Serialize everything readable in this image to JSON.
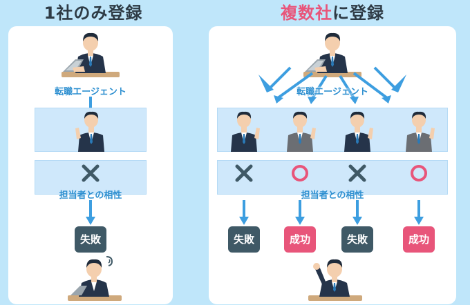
{
  "left": {
    "title": "1社のみ登録",
    "agent_label": "転職エージェント",
    "compat_label": "担当者との相性",
    "result": "失敗"
  },
  "right": {
    "title_accent": "複数社",
    "title_rest": "に登録",
    "agent_label": "転職エージェント",
    "compat_label": "担当者との相性",
    "results": [
      "失敗",
      "成功",
      "失敗",
      "成功"
    ],
    "marks": [
      "cross",
      "circle",
      "cross",
      "circle"
    ],
    "agent_suits": [
      "navy",
      "gray",
      "navy",
      "gray"
    ]
  },
  "colors": {
    "accent": "#e8557a",
    "arrow": "#3d9ee0",
    "fail": "#3f5966",
    "success": "#e8557a"
  }
}
